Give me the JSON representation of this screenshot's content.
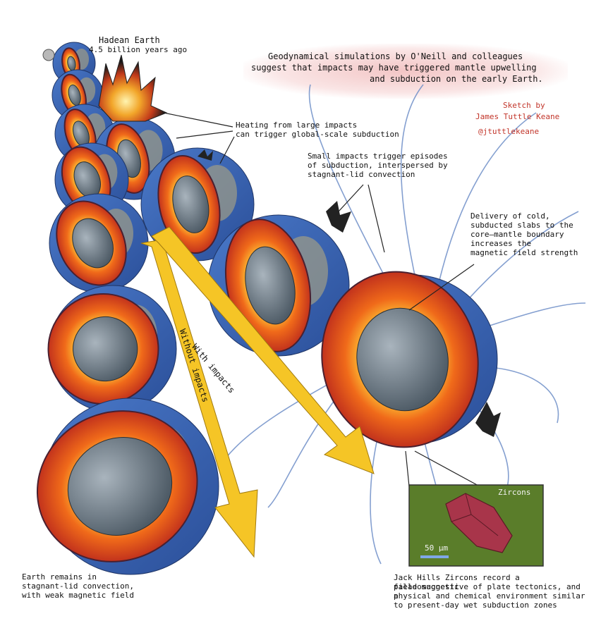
{
  "header": {
    "hadean_title": "Hadean Earth",
    "hadean_age": "4.5 billion years ago",
    "summary_line1": "Geodynamical simulations by O'Neill and colleagues",
    "summary_line2": "suggest that impacts may have triggered mantle upwelling",
    "summary_line3": "and subduction on the early Earth."
  },
  "credits": {
    "sketch_line1": "Sketch by",
    "sketch_line2": "James Tuttle Keane",
    "handle": "@jtuttlekeane"
  },
  "annotations": {
    "heating_line1": "Heating from large impacts",
    "heating_line2": "can trigger global-scale subduction",
    "small_line1": "Small impacts trigger episodes",
    "small_line2": "of subduction, interspersed by",
    "small_line3": "stagnant-lid convection",
    "delivery_line1": "Delivery of cold,",
    "delivery_line2": "subducted slabs to the",
    "delivery_line3": "core–mantle boundary",
    "delivery_line4": "increases the",
    "delivery_line5": "magnetic field strength",
    "stagnant_line1": "Earth remains in",
    "stagnant_line2": "stagnant-lid convection,",
    "stagnant_line3": "with weak magnetic field",
    "zircon_line1": "Jack Hills Zircons record a palaeomagnetic",
    "zircon_line2": "field suggestive of plate tectonics, and a",
    "zircon_line3": "physical and chemical environment similar",
    "zircon_line4": "to present-day wet subduction zones"
  },
  "arrows": {
    "with_impacts": "With impacts",
    "without_impacts": "Without impacts"
  },
  "inset": {
    "title": "Zircons",
    "scale": "50 µm"
  },
  "colors": {
    "ocean": "#3a67b8",
    "land": "#9a9a88",
    "mantle_hot": "#ffd23a",
    "mantle_mid": "#f06a1a",
    "mantle_cool": "#c2321c",
    "core": "#6c7a86",
    "arrow": "#f5c526",
    "field_line": "#6f8fc8",
    "banner": "#e89a9a",
    "credit": "#c2352a",
    "zircon_bg": "#5a7d2a",
    "zircon_crystal": "#a8354a"
  }
}
